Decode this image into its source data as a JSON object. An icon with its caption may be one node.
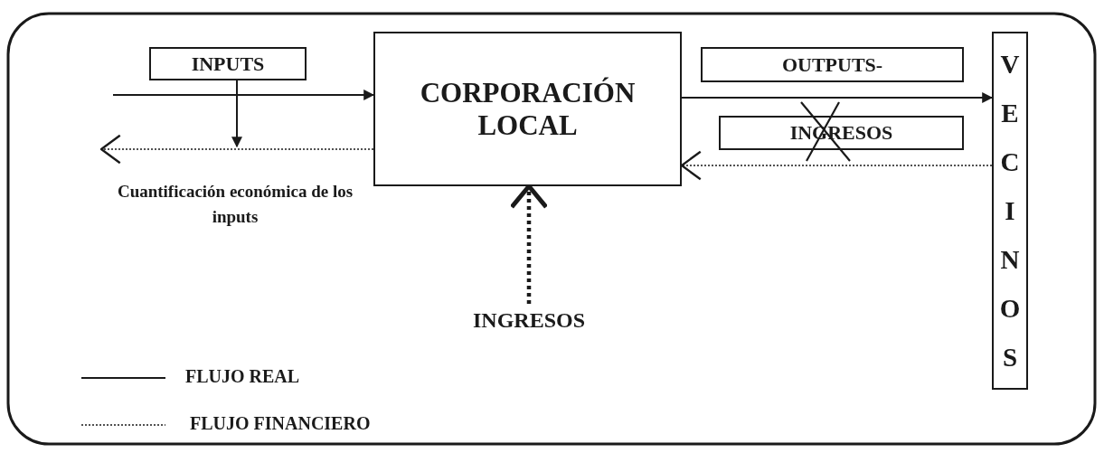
{
  "diagram": {
    "nodes": [
      {
        "text": [
          "INPUTS"
        ]
      },
      {
        "text": [
          "CORPORACIÓN LOCAL"
        ]
      },
      {
        "text": [
          "OUTPUTS-"
        ]
      },
      {
        "text": [
          "INGRESOS"
        ]
      },
      {
        "text": [
          "VECINOS"
        ]
      },
      {
        "text": [
          "INGRESOS"
        ]
      }
    ],
    "edges": [
      {
        "from": null,
        "to": 1,
        "arrow": "to"
      },
      {
        "from": 0,
        "to": null,
        "arrow": "to"
      },
      {
        "from": 1,
        "to": null,
        "arrow": "to",
        "style": "dashed"
      },
      {
        "from": 1,
        "to": 4,
        "arrow": "to"
      },
      {
        "from": 4,
        "to": 1,
        "arrow": "to",
        "style": "dashed"
      },
      {
        "from": 5,
        "to": 1,
        "arrow": "to",
        "style": "dashed"
      }
    ],
    "labels": [
      "Cuantificación económica de los inputs"
    ],
    "legend": [
      {
        "text": "FLUJO REAL"
      },
      {
        "text": "FLUJO FINANCIERO"
      }
    ]
  }
}
